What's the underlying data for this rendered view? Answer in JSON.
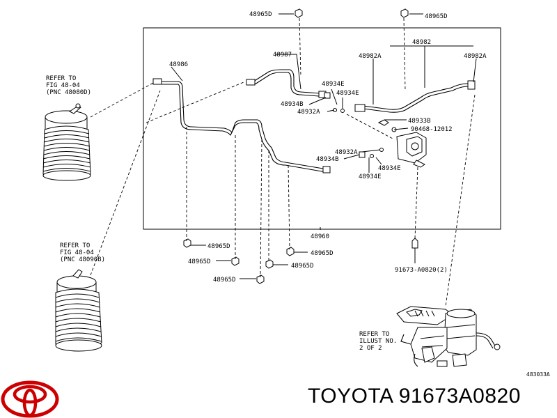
{
  "labels": {
    "p48965d_top": "48965D",
    "p48965d_topright": "48965D",
    "p48982": "48982",
    "p48982a_l": "48982A",
    "p48982a_r": "48982A",
    "p48987": "48987",
    "p48986": "48986",
    "p48934e_1": "48934E",
    "p48934e_2": "48934E",
    "p48934b_1": "48934B",
    "p48932a_1": "48932A",
    "p48933b": "48933B",
    "p90468": "90468-12012",
    "p48932a_2": "48932A",
    "p48934b_2": "48934B",
    "p48934e_3": "48934E",
    "p48934e_4": "48934E",
    "p48960": "48960",
    "p48965d_a": "48965D",
    "p48965d_b": "48965D",
    "p48965d_c": "48965D",
    "p48965d_d": "48965D",
    "p48965d_e": "48965D",
    "p91673": "91673-A0820(2)",
    "diagram_code": "483033A"
  },
  "refer_top": [
    "REFER TO",
    "FIG 48-04",
    "(PNC 48080D)"
  ],
  "refer_mid": [
    "REFER TO",
    "FIG 48-04",
    "(PNC 48090B)"
  ],
  "refer_bottom": [
    "REFER TO",
    "ILLUST NO.",
    "2 OF 2"
  ],
  "brand_text": "TOYOTA 91673A0820",
  "colors": {
    "logo": "#cc0000",
    "ink": "#000000"
  }
}
